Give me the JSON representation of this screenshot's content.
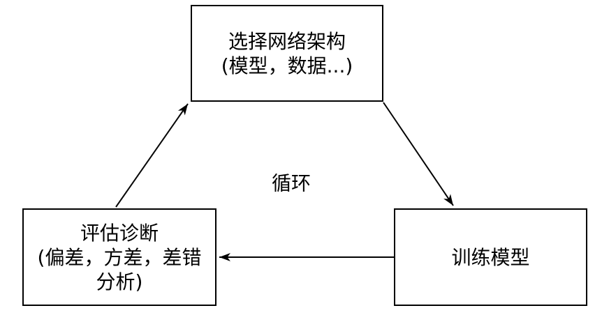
{
  "diagram": {
    "center_label": "循环",
    "nodes": {
      "architecture": {
        "lines": [
          "选择网络架构",
          "(模型，数据...)"
        ]
      },
      "train": {
        "lines": [
          "训练模型"
        ]
      },
      "evaluate": {
        "lines": [
          "评估诊断",
          "(偏差，方差，差错",
          "分析)"
        ]
      }
    },
    "edges": [
      {
        "from": "architecture",
        "to": "train"
      },
      {
        "from": "train",
        "to": "evaluate"
      },
      {
        "from": "evaluate",
        "to": "architecture"
      }
    ],
    "colors": {
      "line": "#000000",
      "box_border": "#000000",
      "background": "#ffffff",
      "text": "#000000"
    }
  }
}
